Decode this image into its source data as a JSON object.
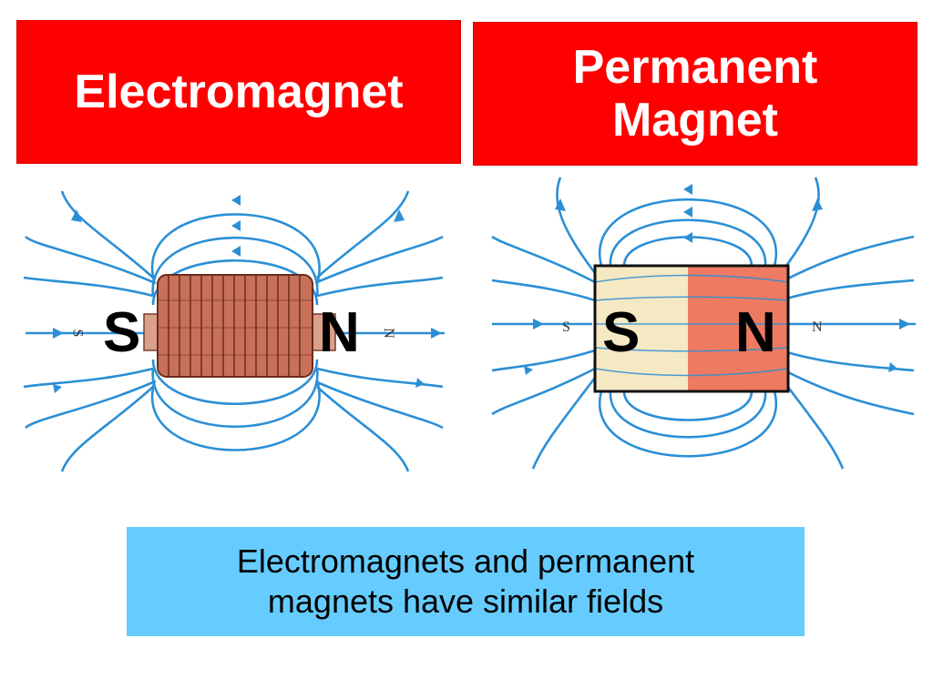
{
  "header_left": {
    "title": "Electromagnet"
  },
  "header_right": {
    "title_line1": "Permanent",
    "title_line2": "Magnet"
  },
  "electromagnet": {
    "south_label": "S",
    "north_label": "N",
    "south_small": "S",
    "north_small": "N"
  },
  "permanent_magnet": {
    "south_label": "S",
    "north_label": "N",
    "south_small": "S",
    "north_small": "N"
  },
  "caption": {
    "line1": "Electromagnets and permanent",
    "line2": "magnets have similar fields"
  },
  "colors": {
    "header_bg": "#ff0000",
    "header_text": "#ffffff",
    "caption_bg": "#66ccff",
    "field_line": "#2b8fd6",
    "coil": "#c8705a",
    "south_pole": "#f5e9c4",
    "north_pole": "#ee7a62"
  }
}
